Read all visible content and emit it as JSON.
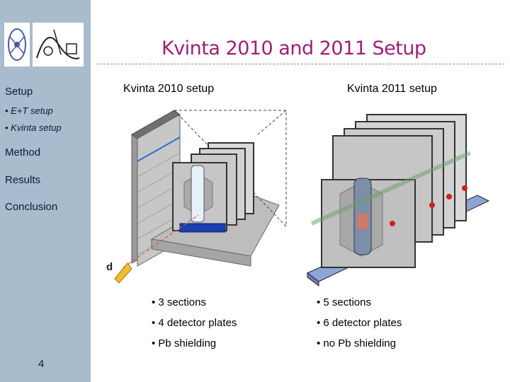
{
  "slide": {
    "title": "Kvinta 2010 and 2011 Setup",
    "page_number": "4"
  },
  "sidebar": {
    "items": [
      {
        "label": "Setup",
        "level": "main"
      },
      {
        "label": "• E+T setup",
        "level": "sub"
      },
      {
        "label": "• Kvinta setup",
        "level": "sub"
      },
      {
        "label": "Method",
        "level": "main"
      },
      {
        "label": "Results",
        "level": "main"
      },
      {
        "label": "Conclusion",
        "level": "main"
      }
    ]
  },
  "columns": {
    "left": {
      "heading": "Kvinta 2010 setup",
      "bullets": [
        "• 3 sections",
        "• 4 detector plates",
        "• Pb shielding"
      ]
    },
    "right": {
      "heading": "Kvinta 2011 setup",
      "bullets": [
        "• 5 sections",
        "• 6 detector plates",
        "• no Pb shielding"
      ]
    }
  },
  "figure": {
    "beam_label": "d"
  },
  "colors": {
    "sidebar": "#a9bccd",
    "title": "#a01e78",
    "lead_wall": "#9a9a9a",
    "base_plate": "#8fa3d8",
    "beam_arrow": "#f0c030"
  }
}
